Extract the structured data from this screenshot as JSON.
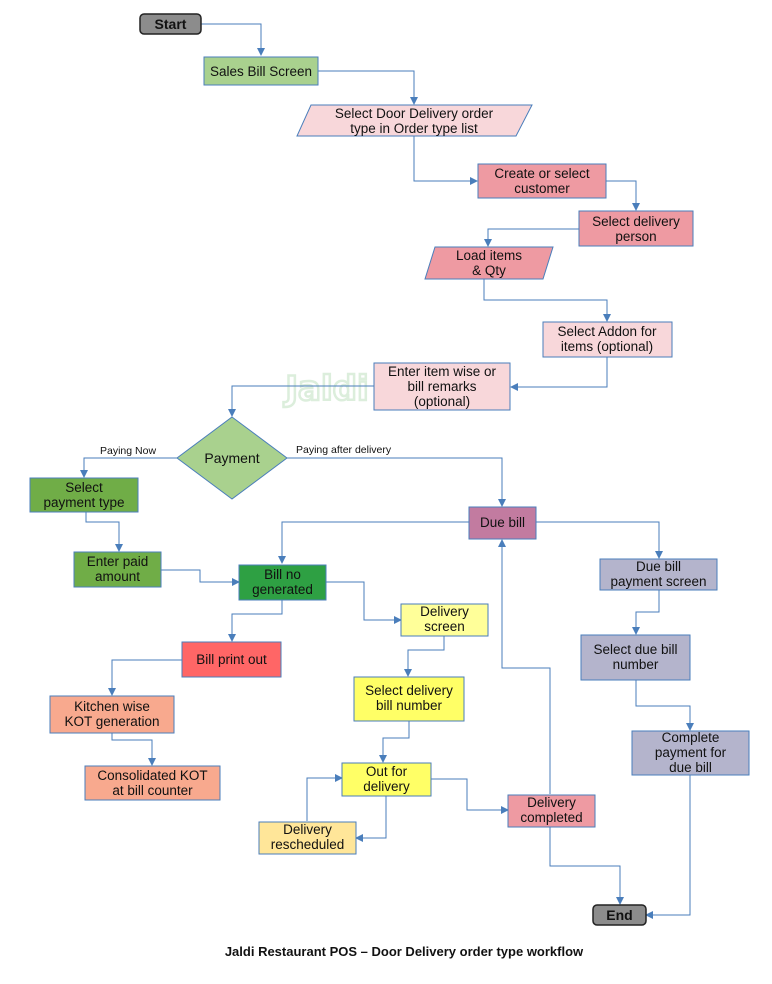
{
  "caption": "Jaldi Restaurant POS – Door Delivery order type workflow",
  "watermark": "Jaldi",
  "colors": {
    "terminal": "#8c8c8c",
    "light_green": "#a9d18e",
    "mid_green": "#70ad47",
    "dark_green": "#2ea043",
    "light_pink": "#f8d7da",
    "pink": "#ee9aa2",
    "mauve": "#c27ba0",
    "lavender": "#b4b4cc",
    "light_yellow": "#ffff99",
    "yellow": "#ffff66",
    "pale_yellow": "#ffe699",
    "red": "#ff6666",
    "salmon": "#f8a98e",
    "edge": "#4a7ebb"
  },
  "nodes": {
    "start": "Start",
    "sales_bill": "Sales Bill Screen",
    "select_order_type": [
      "Select Door Delivery order",
      "type in Order type list"
    ],
    "customer": [
      "Create or select",
      "customer"
    ],
    "delivery_person": [
      "Select delivery",
      "person"
    ],
    "load_items": [
      "Load items",
      "& Qty"
    ],
    "addon": [
      "Select Addon for",
      "items (optional)"
    ],
    "remarks": [
      "Enter item wise or",
      "bill remarks",
      "(optional)"
    ],
    "payment": "Payment",
    "payment_type": [
      "Select",
      "payment type"
    ],
    "paid_amount": [
      "Enter paid",
      "amount"
    ],
    "bill_no": [
      "Bill no",
      "generated"
    ],
    "bill_print": "Bill print out",
    "kot": [
      "Kitchen wise",
      "KOT generation"
    ],
    "consolidated_kot": [
      "Consolidated KOT",
      "at bill counter"
    ],
    "due_bill": "Due bill",
    "due_bill_screen": [
      "Due bill",
      "payment screen"
    ],
    "select_due_bill": [
      "Select due bill",
      "number"
    ],
    "complete_payment": [
      "Complete",
      "payment for",
      "due bill"
    ],
    "delivery_screen": [
      "Delivery",
      "screen"
    ],
    "select_delivery_bill": [
      "Select delivery",
      "bill number"
    ],
    "out_for_delivery": [
      "Out for",
      "delivery"
    ],
    "rescheduled": [
      "Delivery",
      "rescheduled"
    ],
    "completed": [
      "Delivery",
      "completed"
    ],
    "end": "End"
  },
  "edge_labels": {
    "paying_now": "Paying Now",
    "paying_after": "Paying after delivery"
  }
}
